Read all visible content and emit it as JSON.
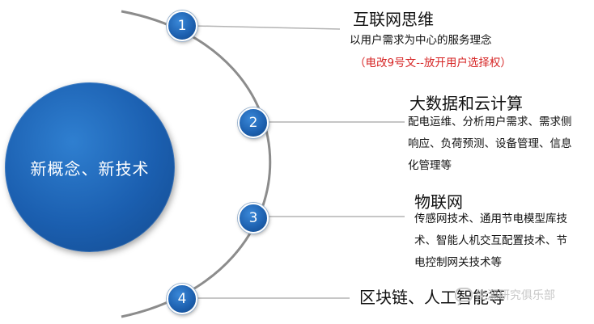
{
  "center": {
    "label": "新概念、新技术"
  },
  "colors": {
    "node_blue": "#1c5fae",
    "arc_gray": "#8c8c8c",
    "note_red": "#d62424"
  },
  "items": [
    {
      "number": "1",
      "title": "互联网思维",
      "description": "以用户需求为中心的服务理念",
      "note": "（电改9号文--放开用户选择权）"
    },
    {
      "number": "2",
      "title": "大数据和云计算",
      "description": "配电运维、分析用户需求、需求侧\n响应、负荷预测、设备管理、信息\n化管理等"
    },
    {
      "number": "3",
      "title": "物联网",
      "description": "传感网技术、通用节电模型库技\n术、智能人机交互配置技术、节\n电控制网关技术等"
    },
    {
      "number": "4",
      "title": "区块链、人工智能等"
    }
  ],
  "watermark": {
    "text": "能源研究俱乐部",
    "icon": "wechat-icon"
  }
}
